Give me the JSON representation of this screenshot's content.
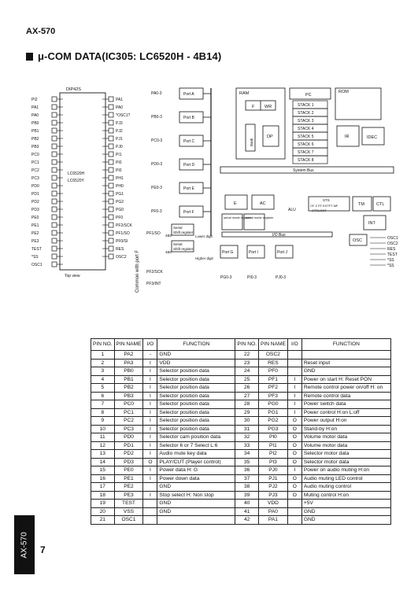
{
  "header": {
    "model": "AX-570",
    "title": "μ-COM DATA(IC305: LC6520H - 4B14)"
  },
  "diagram": {
    "package": "DIP42S",
    "chip_label_1": "LC6520H",
    "chip_label_2": "LC6520Y",
    "view_label": "Top view",
    "left_pins": [
      "PI2",
      "PA1",
      "PA0",
      "PB0",
      "PB1",
      "PB2",
      "PB3",
      "PC0",
      "PC1",
      "PC2",
      "PC3",
      "PD0",
      "PD1",
      "PD2",
      "PD3",
      "PE0",
      "PE1",
      "PE2",
      "PE3",
      "TEST",
      "*SS",
      "OSC1"
    ],
    "right_pins": [
      "PA1",
      "PA0",
      "*OSC1?",
      "PJ3",
      "PJ2",
      "PJ1",
      "PJ0",
      "PI1",
      "PI0",
      "PI0",
      "PH1",
      "PH0",
      "PG1",
      "PG2",
      "PG0",
      "PF0",
      "PF2/SCK",
      "PF1/SO",
      "PF0/SI",
      "RES",
      "OSC2"
    ],
    "ports": [
      "PA0-3",
      "PB0-3",
      "PC0-3",
      "PD0-3",
      "PE0-3",
      "PF0-3"
    ],
    "port_blocks": [
      "Port A",
      "Port B",
      "Port C",
      "Port D",
      "Port E",
      "Port F"
    ],
    "serial_lines": [
      "PF1/SO",
      "PF2/SCK",
      "PF3/INT"
    ],
    "serial_blocks": [
      "Serial Shift register",
      "4Bit",
      "Serial Shift register",
      "Higher digit",
      "4Bit",
      "Lower digit"
    ],
    "ram": "RAM",
    "f_reg": "F",
    "wr": "WR",
    "bank": "Bank",
    "dp": "DP",
    "pc": "PC",
    "rom": "ROM",
    "stack": [
      "STACK 1",
      "STACK 2",
      "STACK 3",
      "STACK 4",
      "STACK 5",
      "STACK 6",
      "STACK 7",
      "STACK 8"
    ],
    "ir": "IR",
    "idec": "IDEC",
    "system_bus": "System Bus",
    "e": "E",
    "ac": "AC",
    "alu": "ALU",
    "sts": "STS",
    "sts_flags": "CF Z FF EXTFT MF",
    "sts_sub": "CTRL/CNT",
    "tm": "TM",
    "ctl": "CTL",
    "int": "INT",
    "osc": "OSC",
    "serial_mode_1": "serial mode register",
    "serial_mode_2": "serial mode register",
    "io_bus": "I/O Bus",
    "lower_ports": [
      "Port G",
      "Port I",
      "Port J"
    ],
    "lower_port_labels": [
      "PG0-3",
      "PI0-3",
      "PJ0-3"
    ],
    "right_signals": [
      "OSC1",
      "OSC2",
      "RES",
      "TEST",
      "*SS",
      "*SS"
    ],
    "vertical_label": "Common with port F"
  },
  "pin_table": {
    "headers": [
      "PIN NO.",
      "PIN NAME",
      "I/O",
      "FUNCTION",
      "PIN NO.",
      "PIN NAME",
      "I/O",
      "FUNCTION"
    ],
    "rows": [
      [
        "1",
        "PA2",
        "-",
        "GND",
        "22",
        "OSC2",
        "",
        ""
      ],
      [
        "2",
        "PA3",
        "I",
        "VDD",
        "23",
        "RES",
        "",
        "Reset input"
      ],
      [
        "3",
        "PB0",
        "I",
        "Selector position data",
        "24",
        "PF0",
        "",
        "GND"
      ],
      [
        "4",
        "PB1",
        "I",
        "Selector position data",
        "25",
        "PF1",
        "I",
        "Power on start  H: Reset PON"
      ],
      [
        "5",
        "PB2",
        "I",
        "Selector position data",
        "26",
        "PF2",
        "I",
        "Remote control power on/off H: on"
      ],
      [
        "6",
        "PB3",
        "I",
        "Selector position data",
        "27",
        "PF3",
        "I",
        "Remote control data"
      ],
      [
        "7",
        "PC0",
        "I",
        "Selector position data",
        "28",
        "PG0",
        "I",
        "Power switch data"
      ],
      [
        "8",
        "PC1",
        "I",
        "Selector position data",
        "29",
        "PG1",
        "I",
        "Power control  H:on  L:off"
      ],
      [
        "9",
        "PC2",
        "I",
        "Selector position data",
        "30",
        "PG2",
        "O",
        "Power output  H:on"
      ],
      [
        "10",
        "PC3",
        "I",
        "Selector position data",
        "31",
        "PG3",
        "O",
        "Stand-by  H:on"
      ],
      [
        "11",
        "PD0",
        "I",
        "Selector cam position data",
        "32",
        "PI0",
        "O",
        "Volume motor data"
      ],
      [
        "12",
        "PD1",
        "I",
        "Selector 6 or 7  Select  L:6",
        "33",
        "PI1",
        "O",
        "Volume motor data"
      ],
      [
        "13",
        "PD2",
        "I",
        "Audio mute key data",
        "34",
        "PI2",
        "O",
        "Selector motor data"
      ],
      [
        "14",
        "PD3",
        "O",
        "PLAY/CUT (Player control)",
        "35",
        "PI3",
        "O",
        "Selector motor data"
      ],
      [
        "15",
        "PE0",
        "I",
        "Power data  H: G",
        "36",
        "PJ0",
        "I",
        "Power on audio muting  H:on"
      ],
      [
        "16",
        "PE1",
        "I",
        "Power down data",
        "37",
        "PJ1",
        "O",
        "Audio muting LED control"
      ],
      [
        "17",
        "PE2",
        "",
        "GND",
        "38",
        "PJ2",
        "O",
        "Audio muting control"
      ],
      [
        "18",
        "PE3",
        "I",
        "Stop select  H: Non stop",
        "39",
        "PJ3",
        "O",
        "Muting control  H:on"
      ],
      [
        "19",
        "TEST",
        "",
        "GND",
        "40",
        "VDD",
        "",
        "+5V"
      ],
      [
        "20",
        "VSS",
        "",
        "GND",
        "41",
        "PA0",
        "",
        "GND"
      ],
      [
        "21",
        "OSC1",
        "",
        "",
        "42",
        "PA1",
        "",
        "GND"
      ]
    ]
  },
  "footer": {
    "side_tab": "AX-570",
    "page": "7"
  }
}
